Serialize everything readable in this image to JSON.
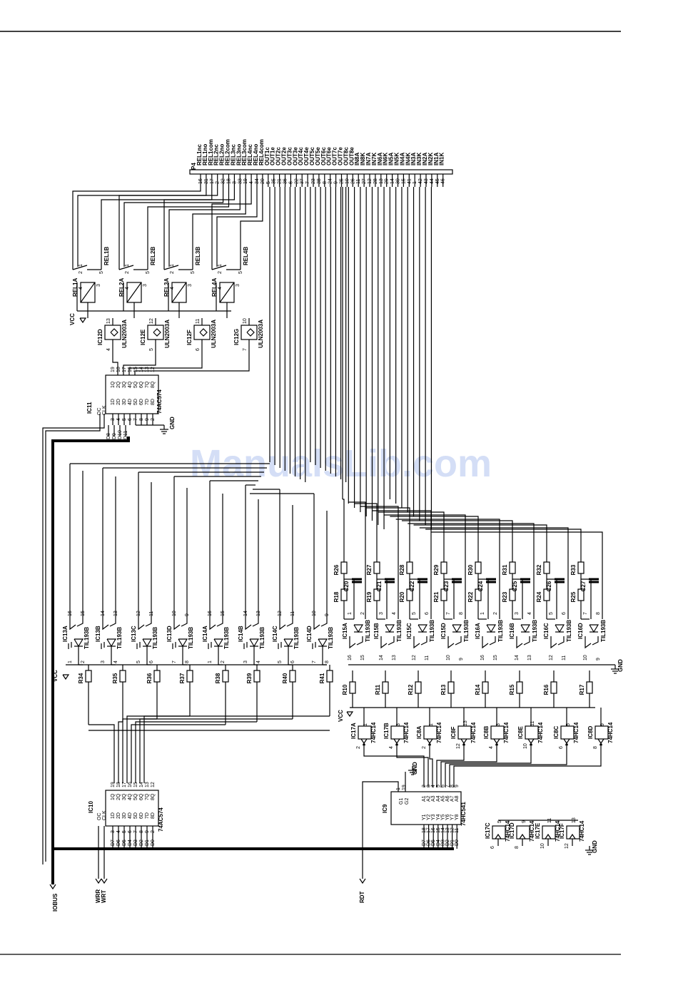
{
  "watermark": "ManualsLib.com",
  "connector": {
    "name": "P4",
    "signals": [
      "REL1nc",
      "REL1no",
      "REL1com",
      "REL2nc",
      "REL2no",
      "REL2com",
      "REL3nc",
      "REL3no",
      "REL3com",
      "REL4nc",
      "REL4no",
      "REL4com",
      "OUT1c",
      "OUT1e",
      "OUT2c",
      "OUT2e",
      "OUT3c",
      "OUT3e",
      "OUT4c",
      "OUT4e",
      "OUT5c",
      "OUT5e",
      "OUT6c",
      "OUT6e",
      "OUT7c",
      "OUT7e",
      "OUT8c",
      "OUT8e",
      "IN8A",
      "IN8K",
      "IN7A",
      "IN7K",
      "IN6A",
      "IN6K",
      "IN5A",
      "IN5K",
      "IN4A",
      "IN4K",
      "IN3A",
      "IN3K",
      "IN2A",
      "IN2K",
      "IN1A",
      "IN1K"
    ],
    "pins": [
      "16",
      "31",
      "17",
      "2",
      "32",
      "18",
      "3",
      "33",
      "19",
      "4",
      "34",
      "20",
      "5",
      "35",
      "21",
      "36",
      "6",
      "22",
      "37",
      "7",
      "23",
      "38",
      "8",
      "24",
      "9",
      "25",
      "10",
      "26",
      "11",
      "27",
      "12",
      "28",
      "13",
      "29",
      "14",
      "30",
      "15",
      "41",
      "1",
      "42",
      "43",
      "44",
      "45",
      "46"
    ]
  },
  "relays": [
    {
      "sw": "REL1B",
      "coil": "REL1A",
      "pins": [
        "1",
        "2",
        "5",
        "4",
        "3"
      ]
    },
    {
      "sw": "REL2B",
      "coil": "REL2A",
      "pins": [
        "1",
        "2",
        "5",
        "4",
        "3"
      ]
    },
    {
      "sw": "REL3B",
      "coil": "REL3A",
      "pins": [
        "1",
        "2",
        "5",
        "4",
        "3"
      ]
    },
    {
      "sw": "REL4B",
      "coil": "REL4A",
      "pins": [
        "1",
        "2",
        "5",
        "4",
        "3"
      ]
    }
  ],
  "drivers": [
    {
      "name": "IC12D",
      "part": "ULN2003A",
      "pin_in": "4",
      "pin_out": "13"
    },
    {
      "name": "IC12E",
      "part": "ULN2003A",
      "pin_in": "5",
      "pin_out": "12"
    },
    {
      "name": "IC12F",
      "part": "ULN2003A",
      "pin_in": "6",
      "pin_out": "11"
    },
    {
      "name": "IC12G",
      "part": "ULN2003A",
      "pin_in": "7",
      "pin_out": "10"
    }
  ],
  "vcc": "VCC",
  "gnd": "GND",
  "ic11": {
    "name": "IC11",
    "part": "74AC574",
    "ctrl": [
      "OC",
      "CLK"
    ],
    "ctrl_pins": [
      "1",
      "11"
    ],
    "d_pins": [
      "1D",
      "2D",
      "3D",
      "4D",
      "5D",
      "6D",
      "7D",
      "8D"
    ],
    "q_pins": [
      "1Q",
      "2Q",
      "3Q",
      "4Q",
      "5Q",
      "6Q",
      "7Q",
      "8Q"
    ],
    "in_nums": [
      "3",
      "4",
      "5",
      "6",
      "7",
      "8",
      "9",
      "2"
    ],
    "out_nums": [
      "19",
      "18",
      "17",
      "16",
      "15",
      "14",
      "13",
      "12"
    ],
    "bus": [
      "D8",
      "D9",
      "D10",
      "D11"
    ]
  },
  "optos_out": [
    {
      "name": "IC13A",
      "part": "TIL193B",
      "p": [
        "16",
        "15",
        "1",
        "2"
      ]
    },
    {
      "name": "IC13B",
      "part": "TIL193B",
      "p": [
        "14",
        "13",
        "3",
        "4"
      ]
    },
    {
      "name": "IC13C",
      "part": "TIL193B",
      "p": [
        "12",
        "11",
        "5",
        "6"
      ]
    },
    {
      "name": "IC13D",
      "part": "TIL193B",
      "p": [
        "10",
        "9",
        "7",
        "8"
      ]
    },
    {
      "name": "IC14A",
      "part": "TIL193B",
      "p": [
        "16",
        "15",
        "1",
        "2"
      ]
    },
    {
      "name": "IC14B",
      "part": "TIL193B",
      "p": [
        "14",
        "13",
        "3",
        "4"
      ]
    },
    {
      "name": "IC14C",
      "part": "TIL193B",
      "p": [
        "12",
        "11",
        "5",
        "6"
      ]
    },
    {
      "name": "IC14D",
      "part": "TIL193B",
      "p": [
        "10",
        "9",
        "7",
        "8"
      ]
    }
  ],
  "res_out": [
    "R34",
    "R35",
    "R36",
    "R37",
    "R38",
    "R39",
    "R40",
    "R41"
  ],
  "ic10": {
    "name": "IC10",
    "part": "74AC574",
    "ctrl": [
      "OC",
      "CLK"
    ],
    "ctrl_pins": [
      "1",
      "11"
    ],
    "d_pins": [
      "1D",
      "2D",
      "3D",
      "4D",
      "5D",
      "6D",
      "7D",
      "8D"
    ],
    "q_pins": [
      "1Q",
      "2Q",
      "3Q",
      "4Q",
      "5Q",
      "6Q",
      "7Q",
      "8Q"
    ],
    "in_nums": [
      "3",
      "4",
      "5",
      "6",
      "7",
      "8",
      "9",
      "2"
    ],
    "out_nums": [
      "19",
      "18",
      "17",
      "16",
      "15",
      "14",
      "13",
      "12"
    ],
    "bus": [
      "D7",
      "D6",
      "D5",
      "D4",
      "D3",
      "D2",
      "D1",
      "D0"
    ]
  },
  "optos_in": [
    {
      "name": "IC15A",
      "part": "TIL193B",
      "p": [
        "1",
        "2",
        "16",
        "15"
      ]
    },
    {
      "name": "IC15B",
      "part": "TIL193B",
      "p": [
        "3",
        "4",
        "14",
        "13"
      ]
    },
    {
      "name": "IC15C",
      "part": "TIL193B",
      "p": [
        "5",
        "6",
        "12",
        "11"
      ]
    },
    {
      "name": "IC15D",
      "part": "TIL193B",
      "p": [
        "7",
        "8",
        "10",
        "9"
      ]
    },
    {
      "name": "IC16A",
      "part": "TIL193B",
      "p": [
        "1",
        "2",
        "16",
        "15"
      ]
    },
    {
      "name": "IC16B",
      "part": "TIL193B",
      "p": [
        "3",
        "4",
        "14",
        "13"
      ]
    },
    {
      "name": "IC16C",
      "part": "TIL193B",
      "p": [
        "5",
        "6",
        "12",
        "11"
      ]
    },
    {
      "name": "IC16D",
      "part": "TIL193B",
      "p": [
        "7",
        "8",
        "10",
        "9"
      ]
    }
  ],
  "res_in_top": [
    "R26",
    "R27",
    "R28",
    "R29",
    "R30",
    "R31",
    "R32",
    "R33"
  ],
  "res_in_mid": [
    "R18",
    "R19",
    "R20",
    "R21",
    "R22",
    "R23",
    "R24",
    "R25"
  ],
  "caps_in": [
    "C20",
    "C21",
    "C22",
    "C23",
    "C24",
    "C25",
    "C26",
    "C27"
  ],
  "res_pull": [
    "R10",
    "R11",
    "R12",
    "R13",
    "R14",
    "R15",
    "R16",
    "R17"
  ],
  "schmitt": [
    {
      "name": "IC17A",
      "part": "74HC14",
      "p": [
        "1",
        "2"
      ]
    },
    {
      "name": "IC17B",
      "part": "74HC14",
      "p": [
        "3",
        "4"
      ]
    },
    {
      "name": "IC8A",
      "part": "74HC14",
      "p": [
        "1",
        "2"
      ]
    },
    {
      "name": "IC8F",
      "part": "74HC14",
      "p": [
        "13",
        "12"
      ]
    },
    {
      "name": "IC8B",
      "part": "74HC14",
      "p": [
        "3",
        "4"
      ]
    },
    {
      "name": "IC8E",
      "part": "74HC14",
      "p": [
        "11",
        "10"
      ]
    },
    {
      "name": "IC8C",
      "part": "74HC14",
      "p": [
        "5",
        "6"
      ]
    },
    {
      "name": "IC8D",
      "part": "74HC14",
      "p": [
        "9",
        "8"
      ]
    }
  ],
  "ic9": {
    "name": "IC9",
    "part": "74HC541",
    "ctrl": [
      "G1",
      "G2"
    ],
    "ctrl_pins": [
      "1",
      "19"
    ],
    "a": [
      "A1",
      "A2",
      "A3",
      "A4",
      "A5",
      "A6",
      "A7",
      "A8"
    ],
    "y": [
      "Y1",
      "Y2",
      "Y3",
      "Y4",
      "Y5",
      "Y6",
      "Y7",
      "Y8"
    ],
    "a_nums": [
      "2",
      "3",
      "4",
      "5",
      "6",
      "7",
      "8",
      "9"
    ],
    "y_nums": [
      "18",
      "17",
      "16",
      "15",
      "14",
      "13",
      "12",
      "11"
    ],
    "bus": [
      "D7",
      "D6",
      "D5",
      "D4",
      "D3",
      "D2",
      "D1",
      "D0"
    ]
  },
  "spare": [
    {
      "name": "IC17C",
      "part": "74HC14",
      "p": [
        "5",
        "6"
      ]
    },
    {
      "name": "IC17D",
      "part": "74HC14",
      "p": [
        "9",
        "8"
      ]
    },
    {
      "name": "IC17E",
      "part": "74HC14",
      "p": [
        "11",
        "10"
      ]
    },
    {
      "name": "IC17F",
      "part": "74HC14",
      "p": [
        "13",
        "12"
      ]
    }
  ],
  "ports": {
    "iobus": "IOBUS",
    "wrr": "WRR",
    "wrt": "WRT",
    "rdt": "RDT"
  }
}
